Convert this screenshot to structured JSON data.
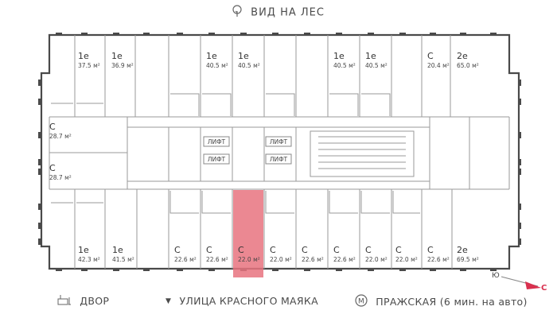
{
  "header": {
    "title": "ВИД НА ЛЕС",
    "icon": "tree-icon"
  },
  "footer": {
    "yard": "ДВОР",
    "street": "УЛИЦА КРАСНОГО МАЯКА",
    "metro_letter": "М",
    "metro": "ПРАЖСКАЯ (6 мин. на авто)"
  },
  "compass": {
    "south": "Ю",
    "north": "С"
  },
  "colors": {
    "wall": "#4a4a4a",
    "line": "#9a9a9a",
    "highlight": "#e8737f"
  },
  "lift_label": "ЛИФТ",
  "top_apartments": [
    {
      "code": "1е",
      "area": "37.5 м²"
    },
    {
      "code": "1е",
      "area": "36.9 м²"
    },
    {
      "code": "1е",
      "area": "40.5 м²"
    },
    {
      "code": "1е",
      "area": "40.5 м²"
    },
    {
      "code": "1е",
      "area": "40.5 м²"
    },
    {
      "code": "1е",
      "area": "40.5 м²"
    },
    {
      "code": "С",
      "area": "20.4 м²"
    },
    {
      "code": "2е",
      "area": "65.0 м²"
    }
  ],
  "side_apartments": [
    {
      "code": "С",
      "area": "28.7 м²"
    },
    {
      "code": "С",
      "area": "28.7 м²"
    }
  ],
  "bottom_apartments": [
    {
      "code": "1е",
      "area": "42.3 м²",
      "selected": false
    },
    {
      "code": "1е",
      "area": "41.5 м²",
      "selected": false
    },
    {
      "code": "С",
      "area": "22.6 м²",
      "selected": false
    },
    {
      "code": "С",
      "area": "22.6 м²",
      "selected": false
    },
    {
      "code": "С",
      "area": "22.0 м²",
      "selected": true
    },
    {
      "code": "С",
      "area": "22.0 м²",
      "selected": false
    },
    {
      "code": "С",
      "area": "22.6 м²",
      "selected": false
    },
    {
      "code": "С",
      "area": "22.6 м²",
      "selected": false
    },
    {
      "code": "С",
      "area": "22.0 м²",
      "selected": false
    },
    {
      "code": "С",
      "area": "22.0 м²",
      "selected": false
    },
    {
      "code": "С",
      "area": "22.6 м²",
      "selected": false
    },
    {
      "code": "2е",
      "area": "69.5 м²",
      "selected": false
    }
  ]
}
